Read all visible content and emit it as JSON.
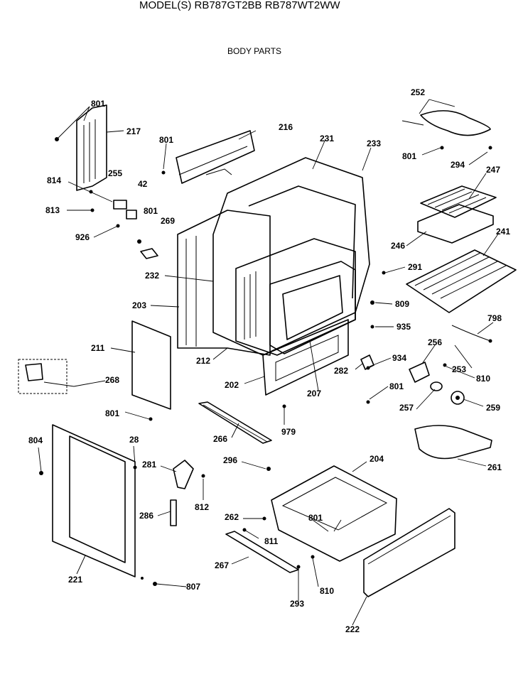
{
  "header": {
    "title": "MODEL(S) RB787GT2BB  RB787WT2WW",
    "subtitle": "BODY PARTS"
  },
  "callouts": [
    {
      "id": "c801a",
      "text": "801"
    },
    {
      "id": "c217",
      "text": "217"
    },
    {
      "id": "c814",
      "text": "814"
    },
    {
      "id": "c255",
      "text": "255"
    },
    {
      "id": "c42",
      "text": "42"
    },
    {
      "id": "c813",
      "text": "813"
    },
    {
      "id": "c926",
      "text": "926"
    },
    {
      "id": "c801b",
      "text": "801"
    },
    {
      "id": "c216",
      "text": "216"
    },
    {
      "id": "c801c",
      "text": "801"
    },
    {
      "id": "c269",
      "text": "269"
    },
    {
      "id": "c231",
      "text": "231"
    },
    {
      "id": "c233",
      "text": "233"
    },
    {
      "id": "c232",
      "text": "232"
    },
    {
      "id": "c203",
      "text": "203"
    },
    {
      "id": "c211",
      "text": "211"
    },
    {
      "id": "c212",
      "text": "212"
    },
    {
      "id": "c268",
      "text": "268"
    },
    {
      "id": "c202",
      "text": "202"
    },
    {
      "id": "c207",
      "text": "207"
    },
    {
      "id": "c282",
      "text": "282"
    },
    {
      "id": "c801d",
      "text": "801"
    },
    {
      "id": "c266",
      "text": "266"
    },
    {
      "id": "c979",
      "text": "979"
    },
    {
      "id": "c804",
      "text": "804"
    },
    {
      "id": "c28",
      "text": "28"
    },
    {
      "id": "c281",
      "text": "281"
    },
    {
      "id": "c812",
      "text": "812"
    },
    {
      "id": "c286",
      "text": "286"
    },
    {
      "id": "c296",
      "text": "296"
    },
    {
      "id": "c221",
      "text": "221"
    },
    {
      "id": "c807",
      "text": "807"
    },
    {
      "id": "c252",
      "text": "252"
    },
    {
      "id": "c801e",
      "text": "801"
    },
    {
      "id": "c294",
      "text": "294"
    },
    {
      "id": "c247",
      "text": "247"
    },
    {
      "id": "c246",
      "text": "246"
    },
    {
      "id": "c241",
      "text": "241"
    },
    {
      "id": "c291",
      "text": "291"
    },
    {
      "id": "c809",
      "text": "809"
    },
    {
      "id": "c935",
      "text": "935"
    },
    {
      "id": "c798",
      "text": "798"
    },
    {
      "id": "c934",
      "text": "934"
    },
    {
      "id": "c256",
      "text": "256"
    },
    {
      "id": "c253",
      "text": "253"
    },
    {
      "id": "c810a",
      "text": "810"
    },
    {
      "id": "c801f",
      "text": "801"
    },
    {
      "id": "c257",
      "text": "257"
    },
    {
      "id": "c259",
      "text": "259"
    },
    {
      "id": "c261",
      "text": "261"
    },
    {
      "id": "c204",
      "text": "204"
    },
    {
      "id": "c262",
      "text": "262"
    },
    {
      "id": "c801g",
      "text": "801"
    },
    {
      "id": "c811",
      "text": "811"
    },
    {
      "id": "c267",
      "text": "267"
    },
    {
      "id": "c810b",
      "text": "810"
    },
    {
      "id": "c293",
      "text": "293"
    },
    {
      "id": "c222",
      "text": "222"
    }
  ]
}
